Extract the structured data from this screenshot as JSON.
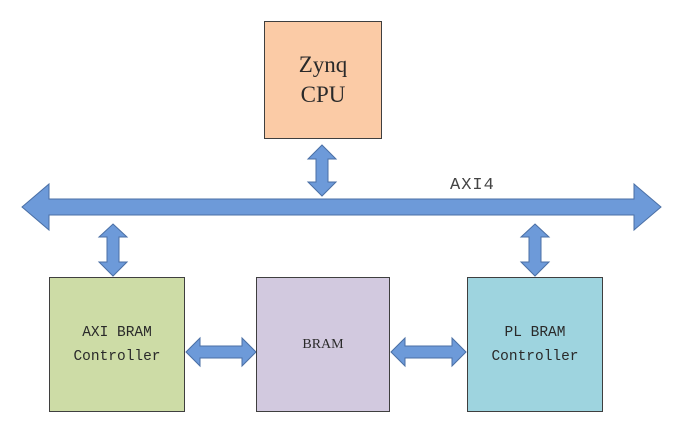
{
  "diagram": {
    "bus": {
      "label": "AXI4",
      "direction": "bidirectional"
    },
    "blocks": {
      "cpu": {
        "lines": [
          "Zynq",
          "CPU"
        ],
        "color": "#fbcba6"
      },
      "axi_ctrl": {
        "lines": [
          "AXI BRAM",
          "Controller"
        ],
        "color": "#cddca6"
      },
      "bram": {
        "lines": [
          "BRAM"
        ],
        "color": "#d2c9df"
      },
      "pl_ctrl": {
        "lines": [
          "PL BRAM",
          "Controller"
        ],
        "color": "#9ed4df"
      }
    },
    "arrow_color": "#6d9ad9",
    "arrow_stroke": "#4a6fa5",
    "connections": [
      {
        "from": "cpu",
        "to": "bus",
        "type": "bidirectional"
      },
      {
        "from": "axi_ctrl",
        "to": "bus",
        "type": "bidirectional"
      },
      {
        "from": "pl_ctrl",
        "to": "bus",
        "type": "bidirectional"
      },
      {
        "from": "axi_ctrl",
        "to": "bram",
        "type": "bidirectional"
      },
      {
        "from": "bram",
        "to": "pl_ctrl",
        "type": "bidirectional"
      }
    ]
  }
}
